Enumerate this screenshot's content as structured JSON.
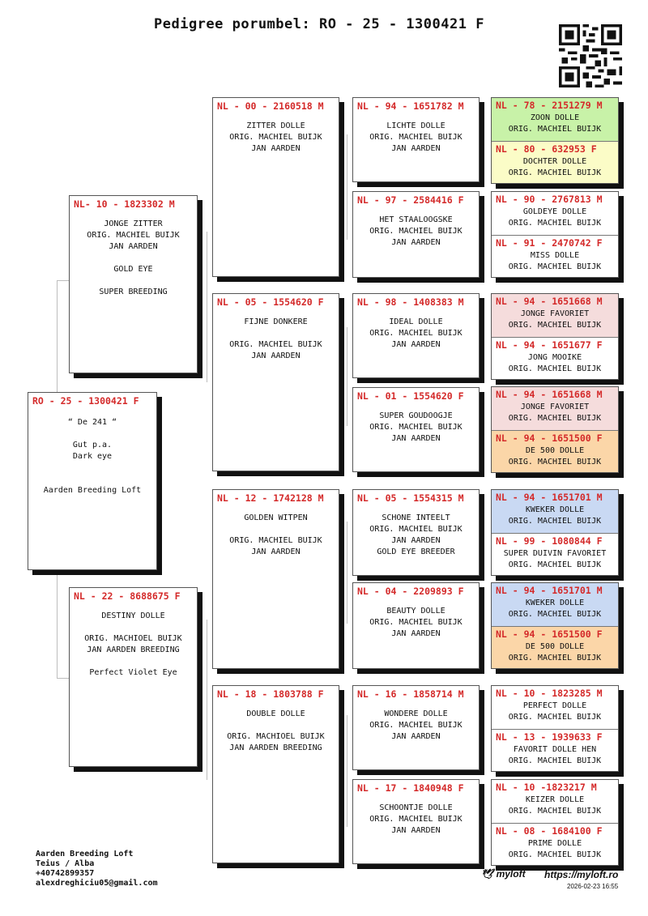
{
  "title": "Pedigree porumbel: RO - 25 - 1300421 F",
  "subject": {
    "ring": "RO - 25 - 1300421 F",
    "text": "“ De 241 “\n\nGut p.a.\nDark eye\n\n\nAarden Breeding Loft"
  },
  "parents": [
    {
      "ring": "NL- 10 - 1823302 M",
      "text": "JONGE ZITTER\nORIG. MACHIEL BUIJK\nJAN AARDEN\n\nGOLD EYE\n\nSUPER BREEDING"
    },
    {
      "ring": "NL - 22 - 8688675 F",
      "text": "DESTINY DOLLE\n\nORIG. MACHIOEL BUIJK\nJAN AARDEN BREEDING\n\nPerfect Violet Eye"
    }
  ],
  "grandparents": [
    {
      "ring": "NL - 00 - 2160518 M",
      "text": "ZITTER DOLLE\nORIG. MACHIEL BUIJK\nJAN AARDEN"
    },
    {
      "ring": "NL - 05 - 1554620 F",
      "text": "FIJNE DONKERE\n\nORIG. MACHIEL BUIJK\nJAN AARDEN"
    },
    {
      "ring": "NL - 12 - 1742128 M",
      "text": "GOLDEN WITPEN\n\nORIG. MACHIEL BUIJK\nJAN AARDEN"
    },
    {
      "ring": "NL - 18 - 1803788 F",
      "text": "DOUBLE DOLLE\n\nORIG. MACHIOEL BUIJK\nJAN AARDEN BREEDING"
    }
  ],
  "great_grandparents": [
    {
      "ring": "NL - 94 - 1651782 M",
      "text": "LICHTE DOLLE\nORIG. MACHIEL BUIJK\nJAN AARDEN"
    },
    {
      "ring": "NL - 97 - 2584416 F",
      "text": "HET STAALOOGSKE\nORIG. MACHIEL BUIJK\nJAN AARDEN"
    },
    {
      "ring": "NL - 98 - 1408383 M",
      "text": "IDEAL DOLLE\nORIG. MACHIEL BUIJK\nJAN AARDEN"
    },
    {
      "ring": "NL - 01 - 1554620 F",
      "text": "SUPER GOUDOOGJE\nORIG. MACHIEL BUIJK\nJAN AARDEN"
    },
    {
      "ring": "NL - 05 - 1554315 M",
      "text": "SCHONE INTEELT\nORIG. MACHIEL BUIJK\nJAN AARDEN\nGOLD EYE BREEDER"
    },
    {
      "ring": "NL - 04 - 2209893 F",
      "text": "BEAUTY DOLLE\nORIG. MACHIEL BUIJK\nJAN AARDEN"
    },
    {
      "ring": "NL - 16 - 1858714 M",
      "text": "WONDERE DOLLE\nORIG. MACHIEL BUIJK\nJAN AARDEN"
    },
    {
      "ring": "NL - 17 - 1840948 F",
      "text": "SCHOONTJE DOLLE\nORIG. MACHIEL BUIJK\nJAN AARDEN"
    }
  ],
  "great_great_grandparents": [
    {
      "ring": "NL - 78 - 2151279 M",
      "text": "ZOON DOLLE\nORIG. MACHIEL BUIJK",
      "color": "#c8f2a8"
    },
    {
      "ring": "NL - 80 - 632953 F",
      "text": "DOCHTER DOLLE\nORIG. MACHIEL BUIJK",
      "color": "#fbfcc7"
    },
    {
      "ring": "NL - 90 - 2767813 M",
      "text": "GOLDEYE DOLLE\nORIG. MACHIEL BUIJK",
      "color": "#ffffff"
    },
    {
      "ring": "NL - 91 - 2470742 F",
      "text": "MISS DOLLE\nORIG. MACHIEL BUIJK",
      "color": "#ffffff"
    },
    {
      "ring": "NL - 94 - 1651668 M",
      "text": "JONGE FAVORIET\nORIG. MACHIEL BUIJK",
      "color": "#f5dcdc"
    },
    {
      "ring": "NL - 94 - 1651677 F",
      "text": "JONG MOOIKE\nORIG. MACHIEL BUIJK",
      "color": "#ffffff"
    },
    {
      "ring": "NL - 94 - 1651668 M",
      "text": "JONGE FAVORIET\nORIG. MACHIEL BUIJK",
      "color": "#f5dcdc"
    },
    {
      "ring": "NL - 94 - 1651500 F",
      "text": "DE 500 DOLLE\nORIG. MACHIEL BUIJK",
      "color": "#fbd6a8"
    },
    {
      "ring": "NL - 94 - 1651701 M",
      "text": "KWEKER DOLLE\nORIG. MACHIEL BUIJK",
      "color": "#c9d9f3"
    },
    {
      "ring": "NL - 99 - 1080844 F",
      "text": "SUPER DUIVIN FAVORIET\nORIG. MACHIEL BUIJK",
      "color": "#ffffff"
    },
    {
      "ring": "NL - 94 - 1651701 M",
      "text": "KWEKER DOLLE\nORIG. MACHIEL BUIJK",
      "color": "#c9d9f3"
    },
    {
      "ring": "NL - 94 - 1651500 F",
      "text": "DE 500 DOLLE\nORIG. MACHIEL BUIJK",
      "color": "#fbd6a8"
    },
    {
      "ring": "NL - 10 - 1823285 M",
      "text": "PERFECT DOLLE\nORIG. MACHIEL BUIJK",
      "color": "#ffffff"
    },
    {
      "ring": "NL - 13 - 1939633 F",
      "text": "FAVORIT DOLLE HEN\nORIG. MACHIEL BUIJK",
      "color": "#ffffff"
    },
    {
      "ring": "NL - 10 -1823217 M",
      "text": "KEIZER DOLLE\nORIG. MACHIEL BUIJK",
      "color": "#ffffff"
    },
    {
      "ring": "NL - 08 - 1684100 F",
      "text": "PRIME DOLLE\nORIG. MACHIEL BUIJK",
      "color": "#ffffff"
    }
  ],
  "footer": {
    "loft": "Aarden Breeding Loft",
    "location": "Teius / Alba",
    "phone": "+40742899357",
    "email": "alexdreghiciu05@gmail.com"
  },
  "brand": {
    "logo": "myloft",
    "url": "https://myloft.ro",
    "date": "2026-02-23 16:55"
  }
}
